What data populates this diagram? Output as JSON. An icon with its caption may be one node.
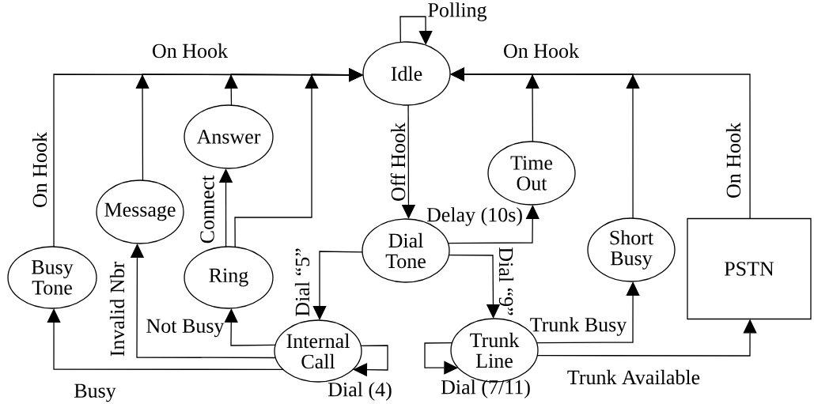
{
  "diagram": {
    "nodes": [
      {
        "text": [
          "Idle"
        ]
      },
      {
        "text": [
          "Answer"
        ]
      },
      {
        "text": [
          "Time Out"
        ]
      },
      {
        "text": [
          "Message"
        ]
      },
      {
        "text": [
          "Dial Tone"
        ]
      },
      {
        "text": [
          "Busy Tone"
        ]
      },
      {
        "text": [
          "Ring"
        ]
      },
      {
        "text": [
          "Short Busy"
        ]
      },
      {
        "text": [
          "PSTN"
        ]
      },
      {
        "text": [
          "Internal Call"
        ]
      },
      {
        "text": [
          "Trunk Line"
        ]
      }
    ],
    "edges": [
      {
        "from": 0,
        "to": 0,
        "arrow": "to",
        "label": "Polling"
      },
      {
        "from": 5,
        "to": 0,
        "arrow": "to",
        "label": "On Hook"
      },
      {
        "from": 3,
        "to": 0,
        "arrow": "to"
      },
      {
        "from": 1,
        "to": 0,
        "arrow": "to"
      },
      {
        "from": 6,
        "to": 0,
        "arrow": "to"
      },
      {
        "from": 6,
        "to": 1,
        "arrow": "to",
        "label": "Connect"
      },
      {
        "from": 0,
        "to": 4,
        "arrow": "to",
        "label": "Off Hook"
      },
      {
        "from": 4,
        "to": 2,
        "arrow": "to",
        "label": "Delay (10s)"
      },
      {
        "from": 2,
        "to": 0,
        "arrow": "to"
      },
      {
        "from": 7,
        "to": 0,
        "arrow": "to"
      },
      {
        "from": 8,
        "to": 0,
        "arrow": "to",
        "label": "On Hook"
      },
      {
        "from": 4,
        "to": 9,
        "arrow": "to",
        "label": "Dial “5”"
      },
      {
        "from": 4,
        "to": 10,
        "arrow": "to",
        "label": "Dial “9”"
      },
      {
        "from": 9,
        "to": 6,
        "arrow": "to",
        "label": "Not Busy"
      },
      {
        "from": 9,
        "to": 3,
        "arrow": "to",
        "label": "Invalid Nbr"
      },
      {
        "from": 9,
        "to": 5,
        "arrow": "to",
        "label": "Busy"
      },
      {
        "from": 9,
        "to": 9,
        "arrow": "to",
        "label": "Dial (4)"
      },
      {
        "from": 10,
        "to": 10,
        "arrow": "to",
        "label": "Dial (7/11)"
      },
      {
        "from": 10,
        "to": 7,
        "arrow": "to",
        "label": "Trunk Busy"
      },
      {
        "from": 10,
        "to": 8,
        "arrow": "to",
        "label": "Trunk Available"
      }
    ],
    "labels": [
      "On Hook",
      "On Hook"
    ]
  }
}
